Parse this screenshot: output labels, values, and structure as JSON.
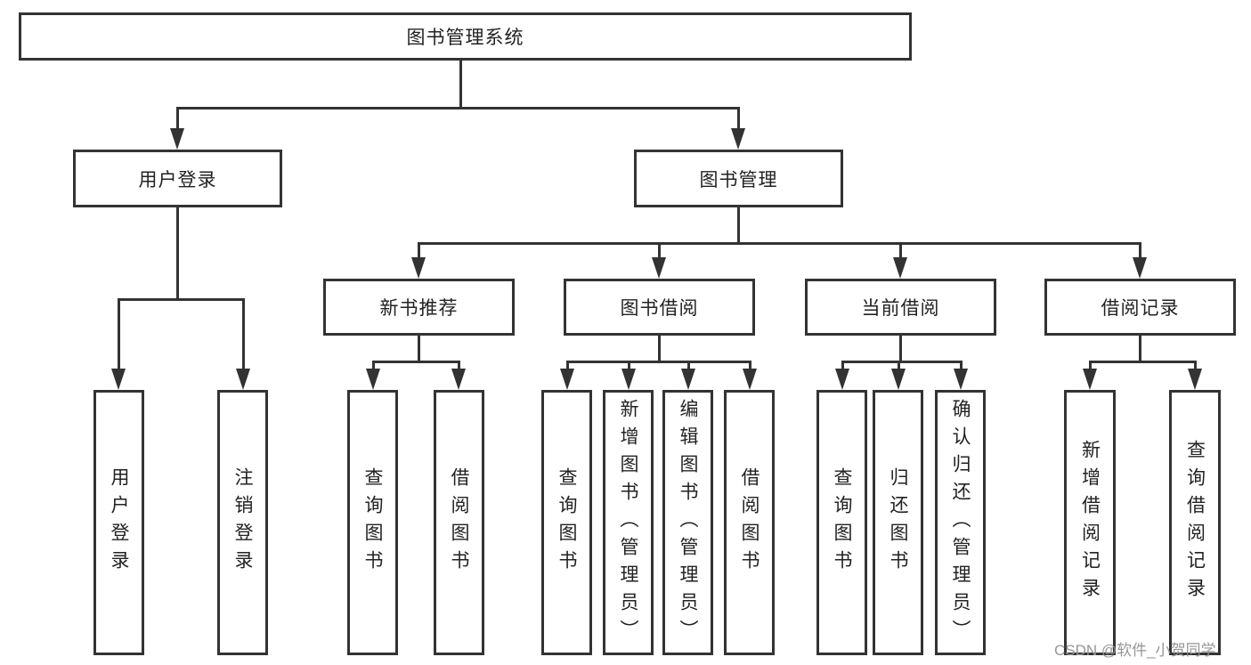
{
  "diagram_title": "图书管理系统",
  "tree": {
    "root": {
      "label": "图书管理系统"
    },
    "branches": [
      {
        "label": "用户登录",
        "children": [
          {
            "label": "用户登录"
          },
          {
            "label": "注销登录"
          }
        ]
      },
      {
        "label": "图书管理",
        "children": [
          {
            "label": "新书推荐",
            "children": [
              {
                "label": "查询图书"
              },
              {
                "label": "借阅图书"
              }
            ]
          },
          {
            "label": "图书借阅",
            "children": [
              {
                "label": "查询图书"
              },
              {
                "label": "新增图书（管理员）"
              },
              {
                "label": "编辑图书（管理员）"
              },
              {
                "label": "借阅图书"
              }
            ]
          },
          {
            "label": "当前借阅",
            "children": [
              {
                "label": "查询图书"
              },
              {
                "label": "归还图书"
              },
              {
                "label": "确认归还（管理员）"
              }
            ]
          },
          {
            "label": "借阅记录",
            "children": [
              {
                "label": "新增借阅记录"
              },
              {
                "label": "查询借阅记录"
              }
            ]
          }
        ]
      }
    ]
  },
  "watermark": {
    "text": "CSDN @软件_小贺同学"
  },
  "colors": {
    "line": "#333333",
    "text": "#222222",
    "watermark": "#969696",
    "background": "#ffffff"
  }
}
